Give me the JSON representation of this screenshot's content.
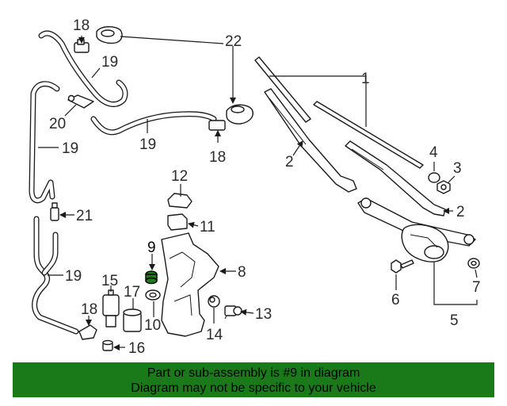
{
  "callouts": {
    "c1": "1",
    "c2a": "2",
    "c2b": "2",
    "c3": "3",
    "c4": "4",
    "c5": "5",
    "c6": "6",
    "c7": "7",
    "c8": "8",
    "c9": "9",
    "c10": "10",
    "c11": "11",
    "c12": "12",
    "c13": "13",
    "c14": "14",
    "c15": "15",
    "c16": "16",
    "c17": "17",
    "c18a": "18",
    "c18b": "18",
    "c18c": "18",
    "c19a": "19",
    "c19b": "19",
    "c19c": "19",
    "c19d": "19",
    "c20": "20",
    "c21": "21",
    "c22": "22"
  },
  "highlight_color": "#1f7a1f",
  "banner": {
    "line1": "Part or sub-assembly is #9 in diagram",
    "line2": "Diagram may not be specific to your vehicle",
    "color": "#1a7a1a"
  }
}
